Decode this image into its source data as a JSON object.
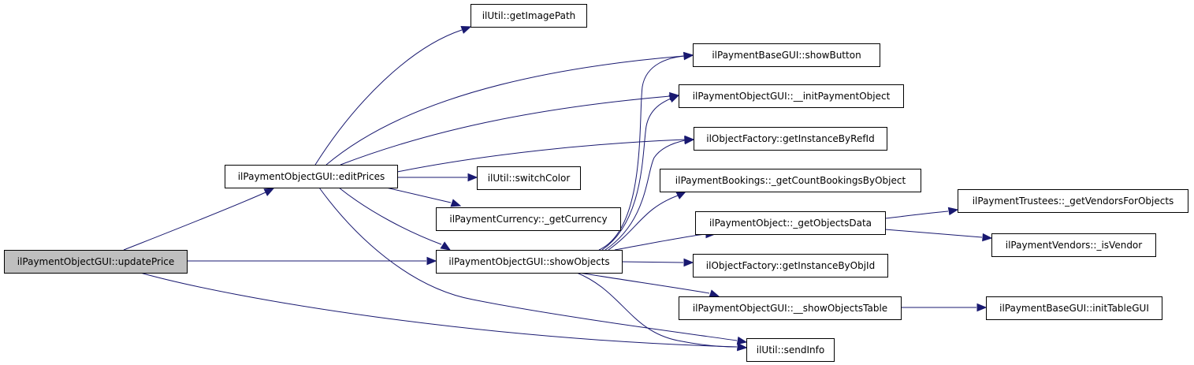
{
  "diagram": {
    "type": "call-graph",
    "edge_color": "#191970",
    "root_fill": "#bfbfbf",
    "node_fill": "#ffffff",
    "nodes": [
      {
        "id": "updatePrice",
        "label": "ilPaymentObjectGUI::updatePrice",
        "root": true
      },
      {
        "id": "editPrices",
        "label": "ilPaymentObjectGUI::editPrices"
      },
      {
        "id": "getImagePath",
        "label": "ilUtil::getImagePath"
      },
      {
        "id": "showButton",
        "label": "ilPaymentBaseGUI::showButton"
      },
      {
        "id": "initPaymentObject",
        "label": "ilPaymentObjectGUI::__initPaymentObject"
      },
      {
        "id": "getInstanceByRefId",
        "label": "ilObjectFactory::getInstanceByRefId"
      },
      {
        "id": "switchColor",
        "label": "ilUtil::switchColor"
      },
      {
        "id": "getCurrency",
        "label": "ilPaymentCurrency::_getCurrency"
      },
      {
        "id": "showObjects",
        "label": "ilPaymentObjectGUI::showObjects"
      },
      {
        "id": "getCountBookingsByObject",
        "label": "ilPaymentBookings::_getCountBookingsByObject"
      },
      {
        "id": "getObjectsData",
        "label": "ilPaymentObject::_getObjectsData"
      },
      {
        "id": "getInstanceByObjId",
        "label": "ilObjectFactory::getInstanceByObjId"
      },
      {
        "id": "showObjectsTable",
        "label": "ilPaymentObjectGUI::__showObjectsTable"
      },
      {
        "id": "sendInfo",
        "label": "ilUtil::sendInfo"
      },
      {
        "id": "getVendorsForObjects",
        "label": "ilPaymentTrustees::_getVendorsForObjects"
      },
      {
        "id": "isVendor",
        "label": "ilPaymentVendors::_isVendor"
      },
      {
        "id": "initTableGUI",
        "label": "ilPaymentBaseGUI::initTableGUI"
      }
    ],
    "edges": [
      {
        "from": "updatePrice",
        "to": "editPrices"
      },
      {
        "from": "updatePrice",
        "to": "showObjects"
      },
      {
        "from": "updatePrice",
        "to": "sendInfo"
      },
      {
        "from": "editPrices",
        "to": "getImagePath"
      },
      {
        "from": "editPrices",
        "to": "showButton"
      },
      {
        "from": "editPrices",
        "to": "initPaymentObject"
      },
      {
        "from": "editPrices",
        "to": "getInstanceByRefId"
      },
      {
        "from": "editPrices",
        "to": "switchColor"
      },
      {
        "from": "editPrices",
        "to": "getCurrency"
      },
      {
        "from": "editPrices",
        "to": "showObjects"
      },
      {
        "from": "editPrices",
        "to": "sendInfo"
      },
      {
        "from": "showObjects",
        "to": "showButton"
      },
      {
        "from": "showObjects",
        "to": "initPaymentObject"
      },
      {
        "from": "showObjects",
        "to": "getInstanceByRefId"
      },
      {
        "from": "showObjects",
        "to": "getCountBookingsByObject"
      },
      {
        "from": "showObjects",
        "to": "getObjectsData"
      },
      {
        "from": "showObjects",
        "to": "getInstanceByObjId"
      },
      {
        "from": "showObjects",
        "to": "showObjectsTable"
      },
      {
        "from": "showObjects",
        "to": "sendInfo"
      },
      {
        "from": "getObjectsData",
        "to": "getVendorsForObjects"
      },
      {
        "from": "getObjectsData",
        "to": "isVendor"
      },
      {
        "from": "showObjectsTable",
        "to": "initTableGUI"
      }
    ]
  }
}
